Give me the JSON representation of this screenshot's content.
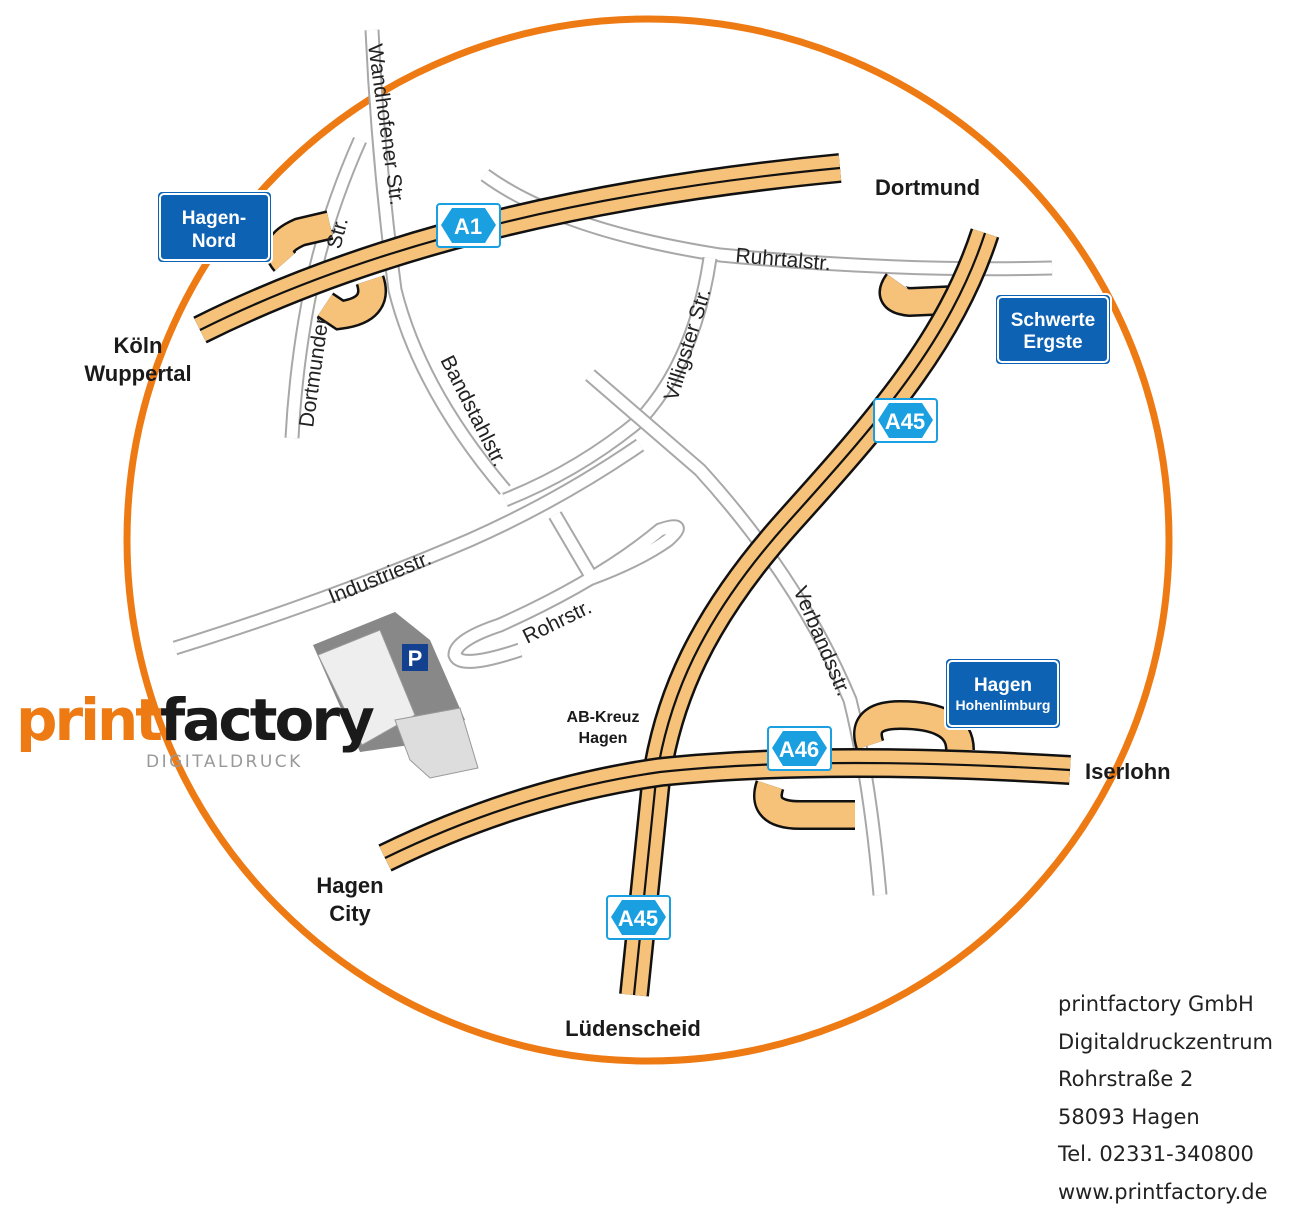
{
  "colors": {
    "ring": "#ee7a14",
    "highway": "#f6c27a",
    "road": "#a8a8a8",
    "sign_blue": "#0d62b4",
    "shield_blue": "#1aa0e0"
  },
  "places": {
    "dortmund": "Dortmund",
    "koeln": "Köln",
    "wuppertal": "Wuppertal",
    "iserlohn": "Iserlohn",
    "hagen_city_1": "Hagen",
    "hagen_city_2": "City",
    "luedenscheid": "Lüdenscheid",
    "kreuz_1": "AB-Kreuz",
    "kreuz_2": "Hagen"
  },
  "roads": {
    "wandhofener": "Wandhofener Str.",
    "dortmunder_a": "Dortmunder",
    "dortmunder_b": "Str.",
    "ruhrtal": "Ruhrtalstr.",
    "villigster": "Villigster Str.",
    "bandstahl": "Bandstahlstr.",
    "industrie": "Industriestr.",
    "rohr": "Rohrstr.",
    "verbands": "Verbandsstr."
  },
  "signs": {
    "hagen_nord": [
      "Hagen-",
      "Nord"
    ],
    "schwerte": [
      "Schwerte",
      "Ergste"
    ],
    "hohenlimburg": [
      "Hagen",
      "Hohenlimburg"
    ]
  },
  "shields": {
    "a1": "A1",
    "a45_north": "A45",
    "a46": "A46",
    "a45_south": "A45"
  },
  "parking": "P",
  "logo": {
    "print": "print",
    "factory": "factory",
    "sub": "DIGITALDRUCK"
  },
  "address": [
    "printfactory GmbH",
    "Digitaldruckzentrum",
    "Rohrstraße 2",
    "58093 Hagen",
    "Tel. 02331-340800",
    "www.printfactory.de"
  ]
}
